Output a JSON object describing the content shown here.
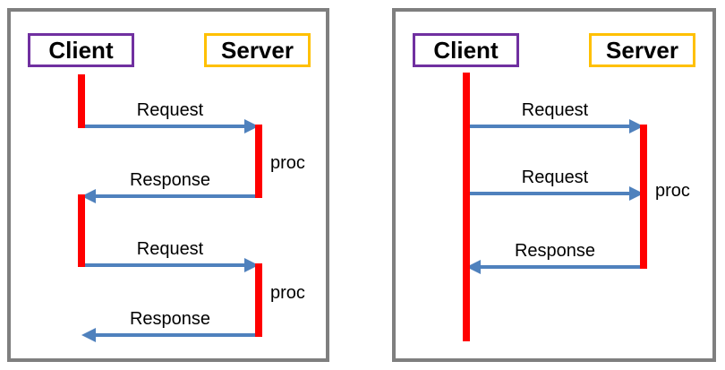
{
  "colors": {
    "panel_border": "#7f7f7f",
    "client_box_border": "#7030A0",
    "server_box_border": "#FFC000",
    "activation_bar": "#ff0000",
    "arrow": "#4F81BD",
    "text": "#000000",
    "background": "#ffffff"
  },
  "diagrams": [
    {
      "actors": [
        {
          "label": "Client"
        },
        {
          "label": "Server"
        }
      ],
      "messages": [
        {
          "label": "Request",
          "direction": "client-to-server"
        },
        {
          "label": "Response",
          "direction": "server-to-client"
        },
        {
          "label": "Request",
          "direction": "client-to-server"
        },
        {
          "label": "Response",
          "direction": "server-to-client"
        }
      ],
      "proc_labels": [
        "proc",
        "proc"
      ]
    },
    {
      "actors": [
        {
          "label": "Client"
        },
        {
          "label": "Server"
        }
      ],
      "messages": [
        {
          "label": "Request",
          "direction": "client-to-server"
        },
        {
          "label": "Request",
          "direction": "client-to-server"
        },
        {
          "label": "Response",
          "direction": "server-to-client"
        }
      ],
      "proc_labels": [
        "proc"
      ]
    }
  ]
}
